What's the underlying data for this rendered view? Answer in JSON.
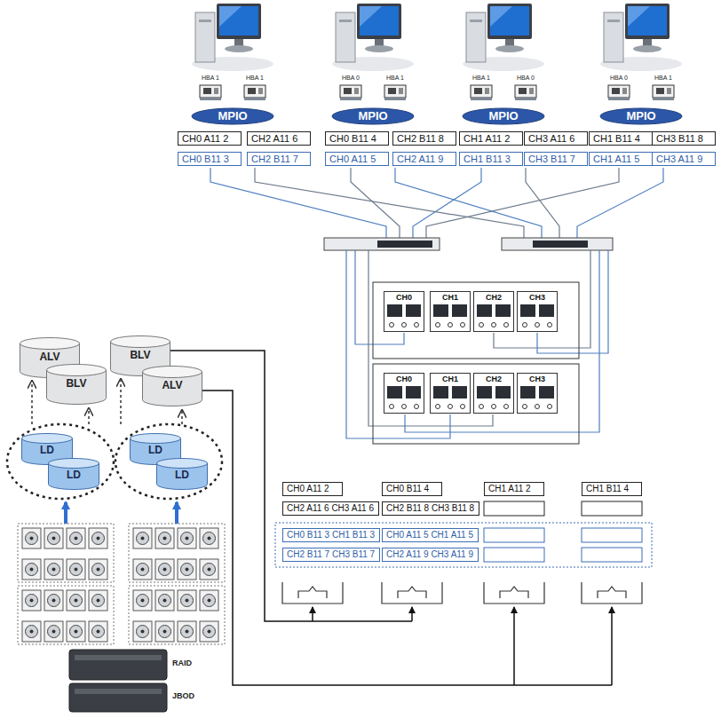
{
  "diagram": {
    "nodes": [
      {
        "text": [
          "MPIO"
        ]
      },
      {
        "text": [
          "MPIO"
        ]
      },
      {
        "text": [
          "MPIO"
        ]
      },
      {
        "text": [
          "MPIO"
        ]
      },
      {
        "text": [
          "CH0 A11 2"
        ]
      },
      {
        "text": [
          "CH2 A11 6"
        ]
      },
      {
        "text": [
          "CH0 B11 4"
        ]
      },
      {
        "text": [
          "CH2 B11 8"
        ]
      },
      {
        "text": [
          "CH1 A11 2"
        ]
      },
      {
        "text": [
          "CH3 A11 6"
        ]
      },
      {
        "text": [
          "CH1 B11 4"
        ]
      },
      {
        "text": [
          "CH3 B11 8"
        ]
      },
      {
        "text": [
          "CH0 B11 3"
        ]
      },
      {
        "text": [
          "CH2 B11 7"
        ]
      },
      {
        "text": [
          "CH0 A11 5"
        ]
      },
      {
        "text": [
          "CH2 A11 9"
        ]
      },
      {
        "text": [
          "CH1 B11 3"
        ]
      },
      {
        "text": [
          "CH3 B11 7"
        ]
      },
      {
        "text": [
          "CH1 A11 5"
        ]
      },
      {
        "text": [
          "CH3 A11 9"
        ]
      },
      {
        "text": [
          "CH0"
        ]
      },
      {
        "text": [
          "CH1"
        ]
      },
      {
        "text": [
          "CH2"
        ]
      },
      {
        "text": [
          "CH3"
        ]
      },
      {
        "text": [
          "CH0"
        ]
      },
      {
        "text": [
          "CH1"
        ]
      },
      {
        "text": [
          "CH2"
        ]
      },
      {
        "text": [
          "CH3"
        ]
      },
      {
        "text": [
          "ALV"
        ]
      },
      {
        "text": [
          "BLV"
        ]
      },
      {
        "text": [
          "BLV"
        ]
      },
      {
        "text": [
          "ALV"
        ]
      },
      {
        "text": [
          "LD"
        ]
      },
      {
        "text": [
          "LD"
        ]
      },
      {
        "text": [
          "LD"
        ]
      },
      {
        "text": [
          "LD"
        ]
      },
      {
        "text": [
          "CH0 A11 2"
        ]
      },
      {
        "text": [
          "CH0 B11 4"
        ]
      },
      {
        "text": [
          "CH1 A11 2"
        ]
      },
      {
        "text": [
          "CH1 B11 4"
        ]
      },
      {
        "text": [
          "CH2 A11 6 CH3 A11 6"
        ]
      },
      {
        "text": [
          "CH2 B11 8 CH3 B11 8"
        ]
      },
      {
        "text": [
          "CH0 B11 3 CH1 B11 3"
        ]
      },
      {
        "text": [
          "CH0 A11 5 CH1 A11 5"
        ]
      },
      {
        "text": [
          "CH2 B11 7 CH3 B11 7"
        ]
      },
      {
        "text": [
          "CH2 A11 9 CH3 A11 9"
        ]
      }
    ],
    "labels": [
      "HBA 1",
      "HBA 1",
      "HBA 0",
      "HBA 1",
      "HBA 1",
      "HBA 0",
      "HBA 0",
      "HBA 1",
      "RAID",
      "JBOD"
    ]
  }
}
